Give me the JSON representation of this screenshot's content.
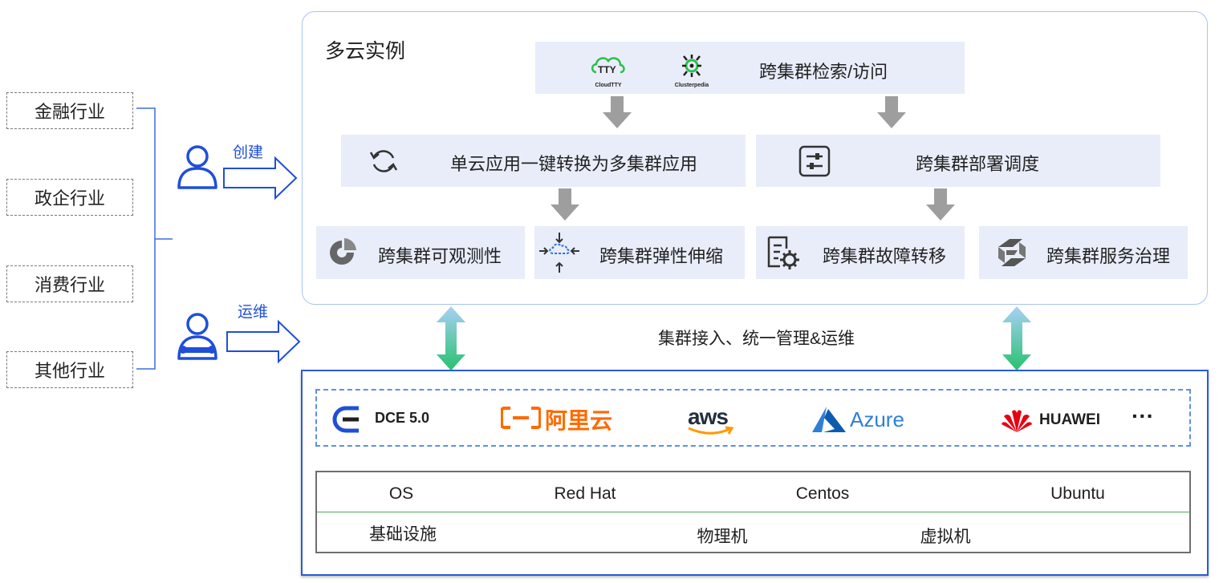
{
  "industries": [
    "金融行业",
    "政企行业",
    "消费行业",
    "其他行业"
  ],
  "actions": {
    "create": "创建",
    "operate": "运维"
  },
  "instance_panel": {
    "title": "多云实例",
    "search_row": {
      "label": "跨集群检索/访问",
      "logos": [
        "CloudTTY",
        "Clusterpedia"
      ]
    },
    "convert": "单云应用一键转换为多集群应用",
    "deploy": "跨集群部署调度",
    "features": [
      "跨集群可观测性",
      "跨集群弹性伸缩",
      "跨集群故障转移",
      "跨集群服务治理"
    ]
  },
  "connection_label": "集群接入、统一管理&运维",
  "providers": {
    "dce": "DCE 5.0",
    "aliyun": "阿里云",
    "aws": "aws",
    "azure": "Azure",
    "huawei": "HUAWEI",
    "more": "···"
  },
  "stack": {
    "os_row": [
      "OS",
      "Red Hat",
      "Centos",
      "Ubuntu"
    ],
    "infra_row": [
      "基础设施",
      "物理机",
      "虚拟机"
    ]
  },
  "colors": {
    "primary_blue": "#1f4fd8",
    "feature_bg": "#e8edf9",
    "arrow_gray": "#9e9e9e",
    "green": "#2fbf71"
  }
}
